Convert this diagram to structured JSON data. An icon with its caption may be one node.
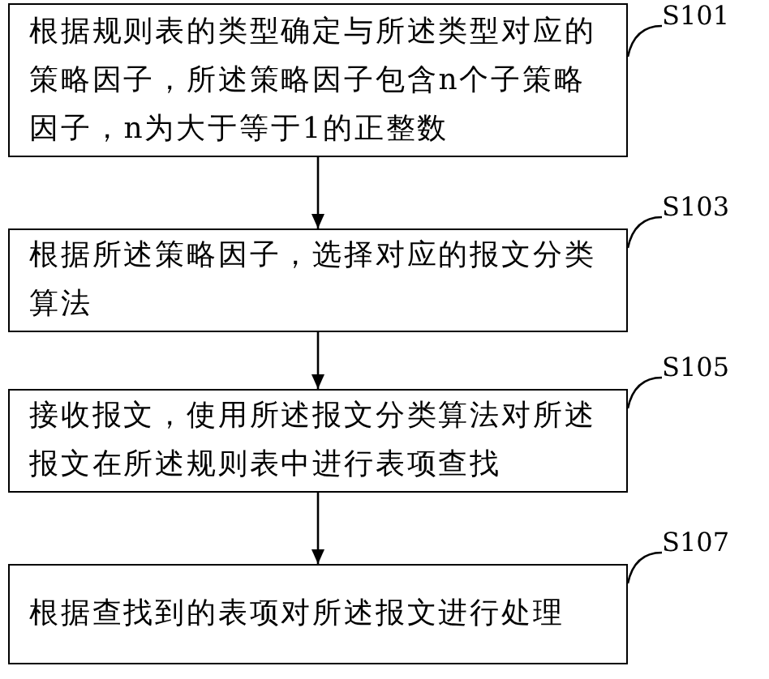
{
  "diagram": {
    "nodes": [
      {
        "text": [
          "根据规则表的类型确定与所述类型对应的策略因子，所述策略因子包含n个子策略因子，n为大于等于1的正整数"
        ]
      },
      {
        "text": [
          "根据所述策略因子，选择对应的报文分类算法"
        ]
      },
      {
        "text": [
          "接收报文，使用所述报文分类算法对所述报文在所述规则表中进行表项查找"
        ]
      },
      {
        "text": [
          "根据查找到的表项对所述报文进行处理"
        ]
      },
      {
        "text": [
          "S101"
        ]
      },
      {
        "text": [
          "S103"
        ]
      },
      {
        "text": [
          "S105"
        ]
      },
      {
        "text": [
          "S107"
        ]
      }
    ],
    "edges": [
      {
        "from": 0,
        "to": 1,
        "arrow": "to"
      },
      {
        "from": 1,
        "to": 2,
        "arrow": "to"
      },
      {
        "from": 2,
        "to": 3,
        "arrow": "to"
      },
      {
        "from": 4,
        "to": 0,
        "arrow": "none"
      },
      {
        "from": 5,
        "to": 1,
        "arrow": "none"
      },
      {
        "from": 6,
        "to": 2,
        "arrow": "none"
      },
      {
        "from": 7,
        "to": 3,
        "arrow": "none"
      }
    ]
  }
}
